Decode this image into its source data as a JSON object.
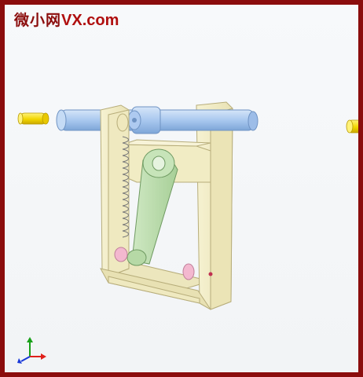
{
  "watermark": {
    "text_cn": "微小网",
    "text_latin": "VX.com",
    "color": "#8b0d0d"
  },
  "frame": {
    "border_color": "#8b0d0d"
  },
  "scene": {
    "parts": [
      "cam-follower-frame",
      "shaft",
      "spring",
      "lever-arm",
      "left-pin",
      "right-pin",
      "roller"
    ],
    "colors": {
      "frame": "#f1ecc4",
      "shaft": "#a9c8ef",
      "lever": "#bfe0b0",
      "spring": "#8a8a8a",
      "pin": "#f2d600",
      "roller": "#f3b8cf"
    }
  },
  "axis_triad": {
    "icons": [
      "y-axis-green",
      "x-axis-red",
      "z-axis-blue"
    ],
    "colors": {
      "x": "#e0201a",
      "y": "#18a018",
      "z": "#1838d8"
    }
  }
}
